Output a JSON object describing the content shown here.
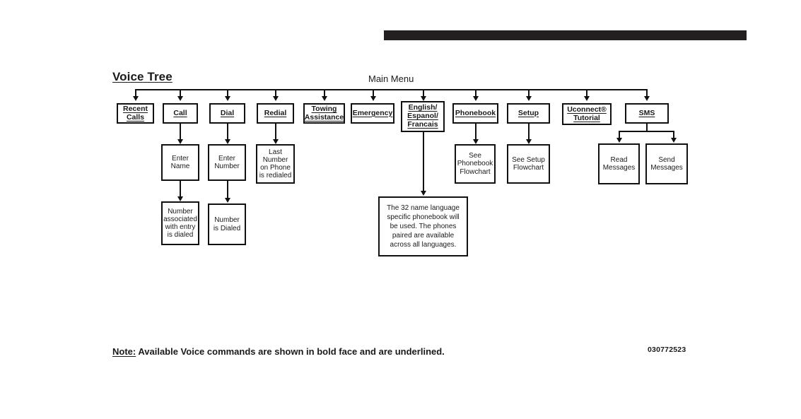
{
  "page": {
    "title": "Voice Tree",
    "root_label": "Main Menu",
    "doc_id": "030772523",
    "note_prefix": "Note:",
    "note_text": " Available Voice commands are shown in bold face and are underlined.",
    "ink_color": "#111111",
    "bar_color": "#231f20",
    "background": "#ffffff"
  },
  "header_bar": {
    "name": "top-black-bar"
  },
  "menu": {
    "items": [
      {
        "id": "recent-calls",
        "label": "Recent\nCalls",
        "style": "command"
      },
      {
        "id": "call",
        "label": "Call",
        "style": "command"
      },
      {
        "id": "dial",
        "label": "Dial",
        "style": "command"
      },
      {
        "id": "redial",
        "label": "Redial",
        "style": "command"
      },
      {
        "id": "towing-assistance",
        "label": "Towing\nAssistance",
        "style": "command"
      },
      {
        "id": "emergency",
        "label": "Emergency",
        "style": "command"
      },
      {
        "id": "languages",
        "label": "English/\nEspanol/\nFrancais",
        "style": "command"
      },
      {
        "id": "phonebook",
        "label": "Phonebook",
        "style": "command"
      },
      {
        "id": "setup",
        "label": "Setup",
        "style": "command"
      },
      {
        "id": "uconnect-tutorial",
        "label": "Uconnect®\nTutorial",
        "style": "command"
      },
      {
        "id": "sms",
        "label": "SMS",
        "style": "command"
      }
    ]
  },
  "children": {
    "enter_name": "Enter\nName",
    "enter_number": "Enter\nNumber",
    "last_number": "Last\nNumber\non Phone\nis redialed",
    "number_associated": "Number\nassociated\nwith entry\nis dialed",
    "number_dialed": "Number\nis Dialed",
    "see_phonebook": "See\nPhonebook\nFlowchart",
    "see_setup": "See Setup\nFlowchart",
    "read_messages": "Read\nMessages",
    "send_messages": "Send\nMessages",
    "language_note": "The 32 name language specific phonebook will be used. The phones paired are available across all languages."
  }
}
